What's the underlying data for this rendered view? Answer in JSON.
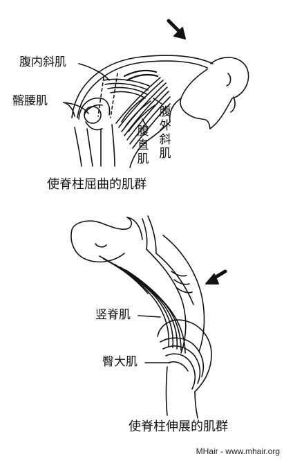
{
  "flexion": {
    "labels": {
      "internal_oblique": "腹内斜肌",
      "iliopsoas": "髂腰肌",
      "external_oblique": "腹外斜肌",
      "rectus_abdominis": "腹直肌"
    },
    "caption": "使脊柱屈曲的肌群"
  },
  "extension": {
    "labels": {
      "erector_spinae": "竖脊肌",
      "gluteus_maximus": "臀大肌"
    },
    "caption": "使脊柱伸展的肌群"
  },
  "watermark": "MHair - www.mhair.org",
  "icons": [
    "arrow-icon",
    "arrow-icon"
  ]
}
